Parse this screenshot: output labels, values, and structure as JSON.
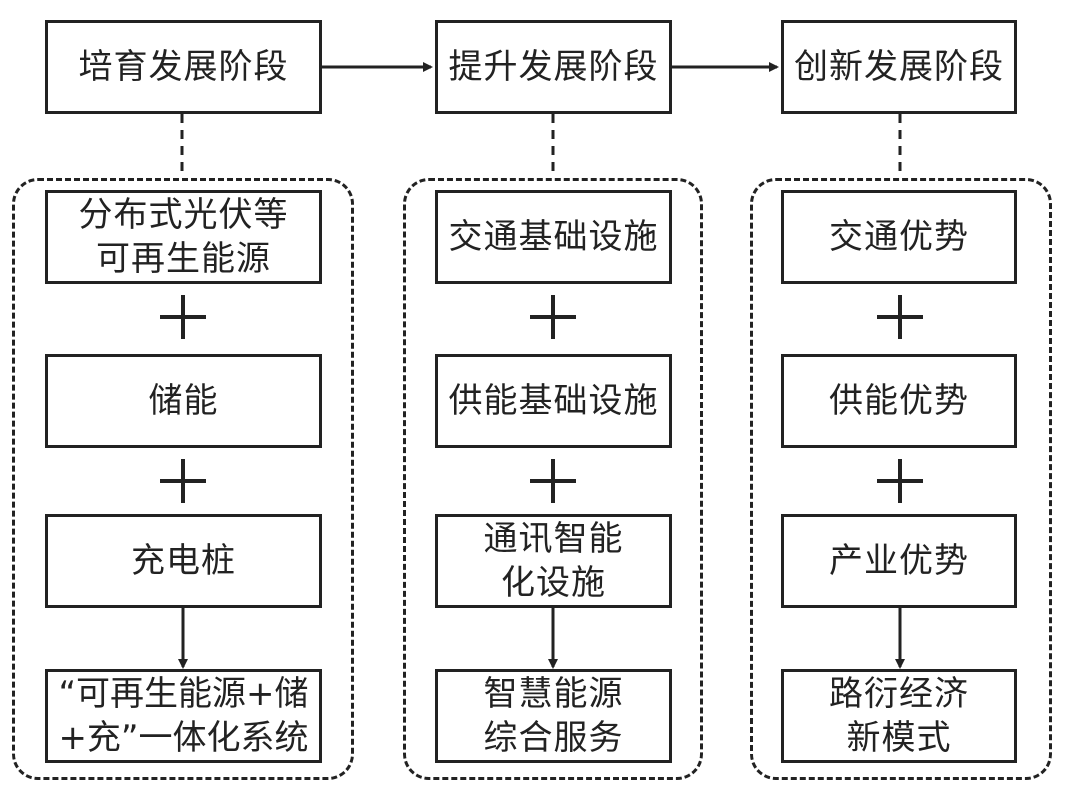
{
  "stages": [
    {
      "title": "培育发展阶段",
      "items": [
        {
          "lines": [
            "分布式光伏等",
            "可再生能源"
          ]
        },
        {
          "lines": [
            "储能"
          ]
        },
        {
          "lines": [
            "充电桩"
          ]
        }
      ],
      "result": {
        "lines": [
          "“可再生能源+储",
          "+充”一体化系统"
        ]
      }
    },
    {
      "title": "提升发展阶段",
      "items": [
        {
          "lines": [
            "交通基础设施"
          ]
        },
        {
          "lines": [
            "供能基础设施"
          ]
        },
        {
          "lines": [
            "通讯智能",
            "化设施"
          ]
        }
      ],
      "result": {
        "lines": [
          "智慧能源",
          "综合服务"
        ]
      }
    },
    {
      "title": "创新发展阶段",
      "items": [
        {
          "lines": [
            "交通优势"
          ]
        },
        {
          "lines": [
            "供能优势"
          ]
        },
        {
          "lines": [
            "产业优势"
          ]
        }
      ],
      "result": {
        "lines": [
          "路衍经济",
          "新模式"
        ]
      }
    }
  ]
}
